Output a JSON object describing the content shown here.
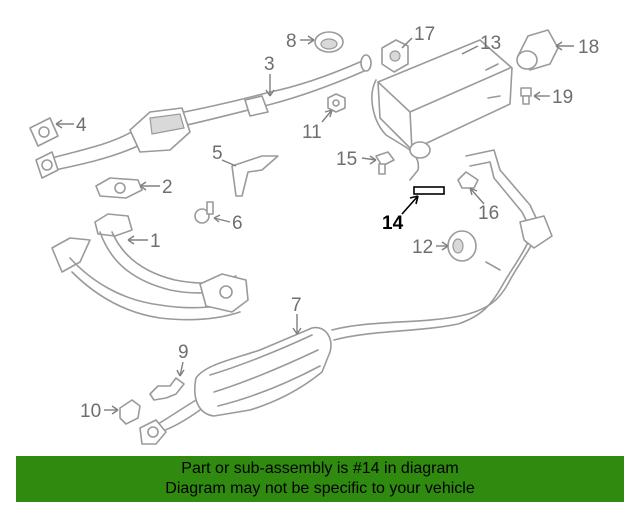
{
  "callouts": {
    "c1": "1",
    "c2": "2",
    "c3": "3",
    "c4": "4",
    "c5": "5",
    "c6": "6",
    "c7": "7",
    "c8": "8",
    "c9": "9",
    "c10": "10",
    "c11": "11",
    "c12": "12",
    "c13": "13",
    "c14": "14",
    "c15": "15",
    "c16": "16",
    "c17": "17",
    "c18": "18",
    "c19": "19"
  },
  "highlighted_part": "14",
  "banner": {
    "line1": "Part or sub-assembly is #14 in diagram",
    "line2": "Diagram may not be specific to your vehicle"
  },
  "colors": {
    "banner_bg": "#2f8a0f",
    "line_art": "#9a9a9a",
    "callout_text": "#6e6e6e",
    "highlight": "#000000"
  }
}
